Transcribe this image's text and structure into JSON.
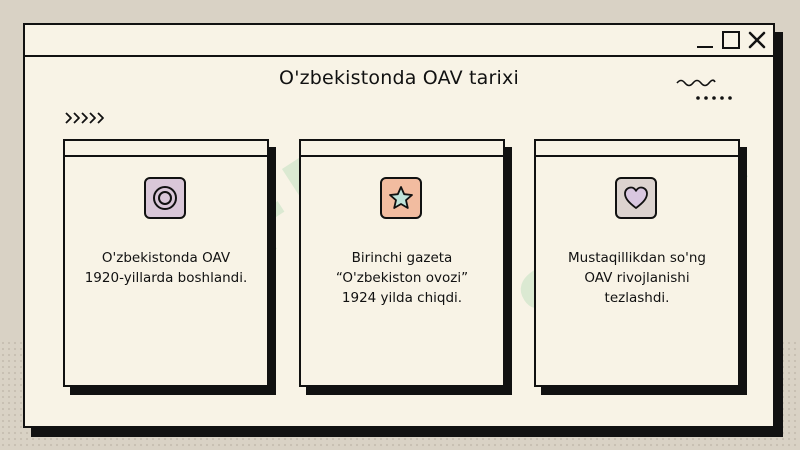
{
  "window": {
    "title": "O'zbekistonda OAV tarixi"
  },
  "cards": [
    {
      "icon": "target-icon",
      "icon_bg": "#d9c7d8",
      "lines": [
        "O'zbekistonda OAV",
        "1920-yillarda boshlandi."
      ]
    },
    {
      "icon": "star-icon",
      "icon_bg": "#f2bca0",
      "icon_fill": "#bfe3da",
      "lines": [
        "Birinchi gazeta",
        "“O'zbekiston ovozi”",
        "1924 yilda chiqdi."
      ]
    },
    {
      "icon": "heart-icon",
      "icon_bg": "#dcd3cf",
      "icon_fill": "#d9c7e0",
      "lines": [
        "Mustaqillikdan so'ng",
        "OAV rivojlanishi",
        "tezlashdi."
      ]
    }
  ],
  "watermark": "SOFF",
  "colors": {
    "background": "#d9d2c5",
    "window": "#f8f3e6",
    "ink": "#111111",
    "watermark": "#78c88c"
  }
}
